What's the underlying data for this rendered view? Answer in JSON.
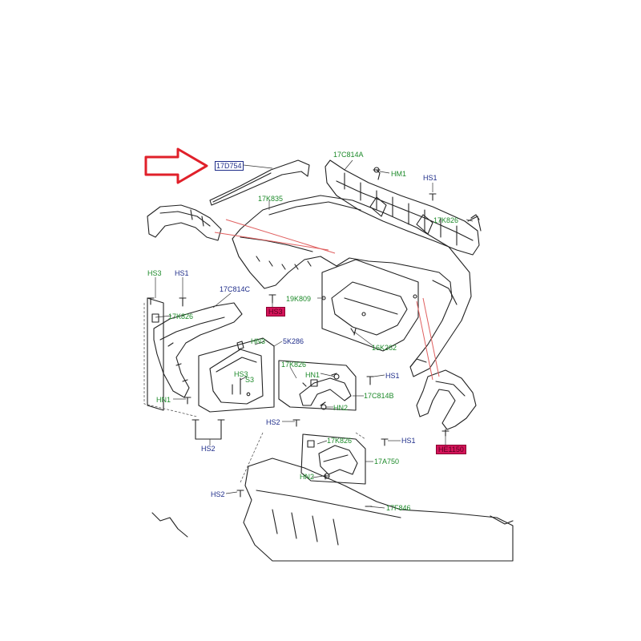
{
  "labels": {
    "p17D754": "17D754",
    "p17C814A": "17C814A",
    "HM1": "HM1",
    "HS1_top": "HS1",
    "p17K835": "17K835",
    "p17K826_right": "17K826",
    "HS3_left": "HS3",
    "HS1_left": "HS1",
    "p17C814C": "17C814C",
    "mag_left": "HS3",
    "p19K809": "19K809",
    "p17K826_left": "17K826",
    "HN3": "HN3",
    "p5K286": "5K286",
    "p16K262": "16K262",
    "p17K826_mid": "17K826",
    "HN1_mid": "HN1",
    "HS1_mid": "HS1",
    "HS3_mid": "HS3",
    "S3": "S3",
    "p17C814B": "17C814B",
    "HN1_left": "HN1",
    "HN2_mid": "HN2",
    "HS2_mid": "HS2",
    "HS2_left": "HS2",
    "p17K826_low": "17K826",
    "HS1_low": "HS1",
    "mag_right": "HE1150",
    "p17A750": "17A750",
    "HN2_low": "HN2",
    "HS2_bottom": "HS2",
    "p17F846": "17F846"
  },
  "colors": {
    "callout_green": "#1d8a2a",
    "callout_blue": "#1f2d8a",
    "highlight_magenta": "#d4145a",
    "arrow_red": "#e0202a",
    "leader_red": "#e06060",
    "line_art": "#222222"
  }
}
